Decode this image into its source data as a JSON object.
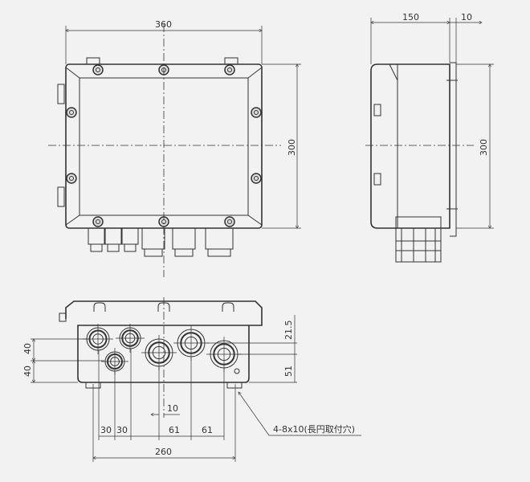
{
  "title": "Junction box dimensional drawing",
  "front_view": {
    "width_dim": "360",
    "height_dim": "300"
  },
  "side_view": {
    "depth_dim": "150",
    "bracket_dim": "10",
    "height_dim": "300"
  },
  "bottom_view": {
    "left_dims": [
      "40",
      "40"
    ],
    "right_dims": [
      "21.5",
      "51"
    ],
    "spacing_dims": [
      "30",
      "30",
      "61",
      "61"
    ],
    "offset_dim": "10",
    "mount_span_dim": "260",
    "mounting_note": "4-8x10(長円取付穴)"
  }
}
